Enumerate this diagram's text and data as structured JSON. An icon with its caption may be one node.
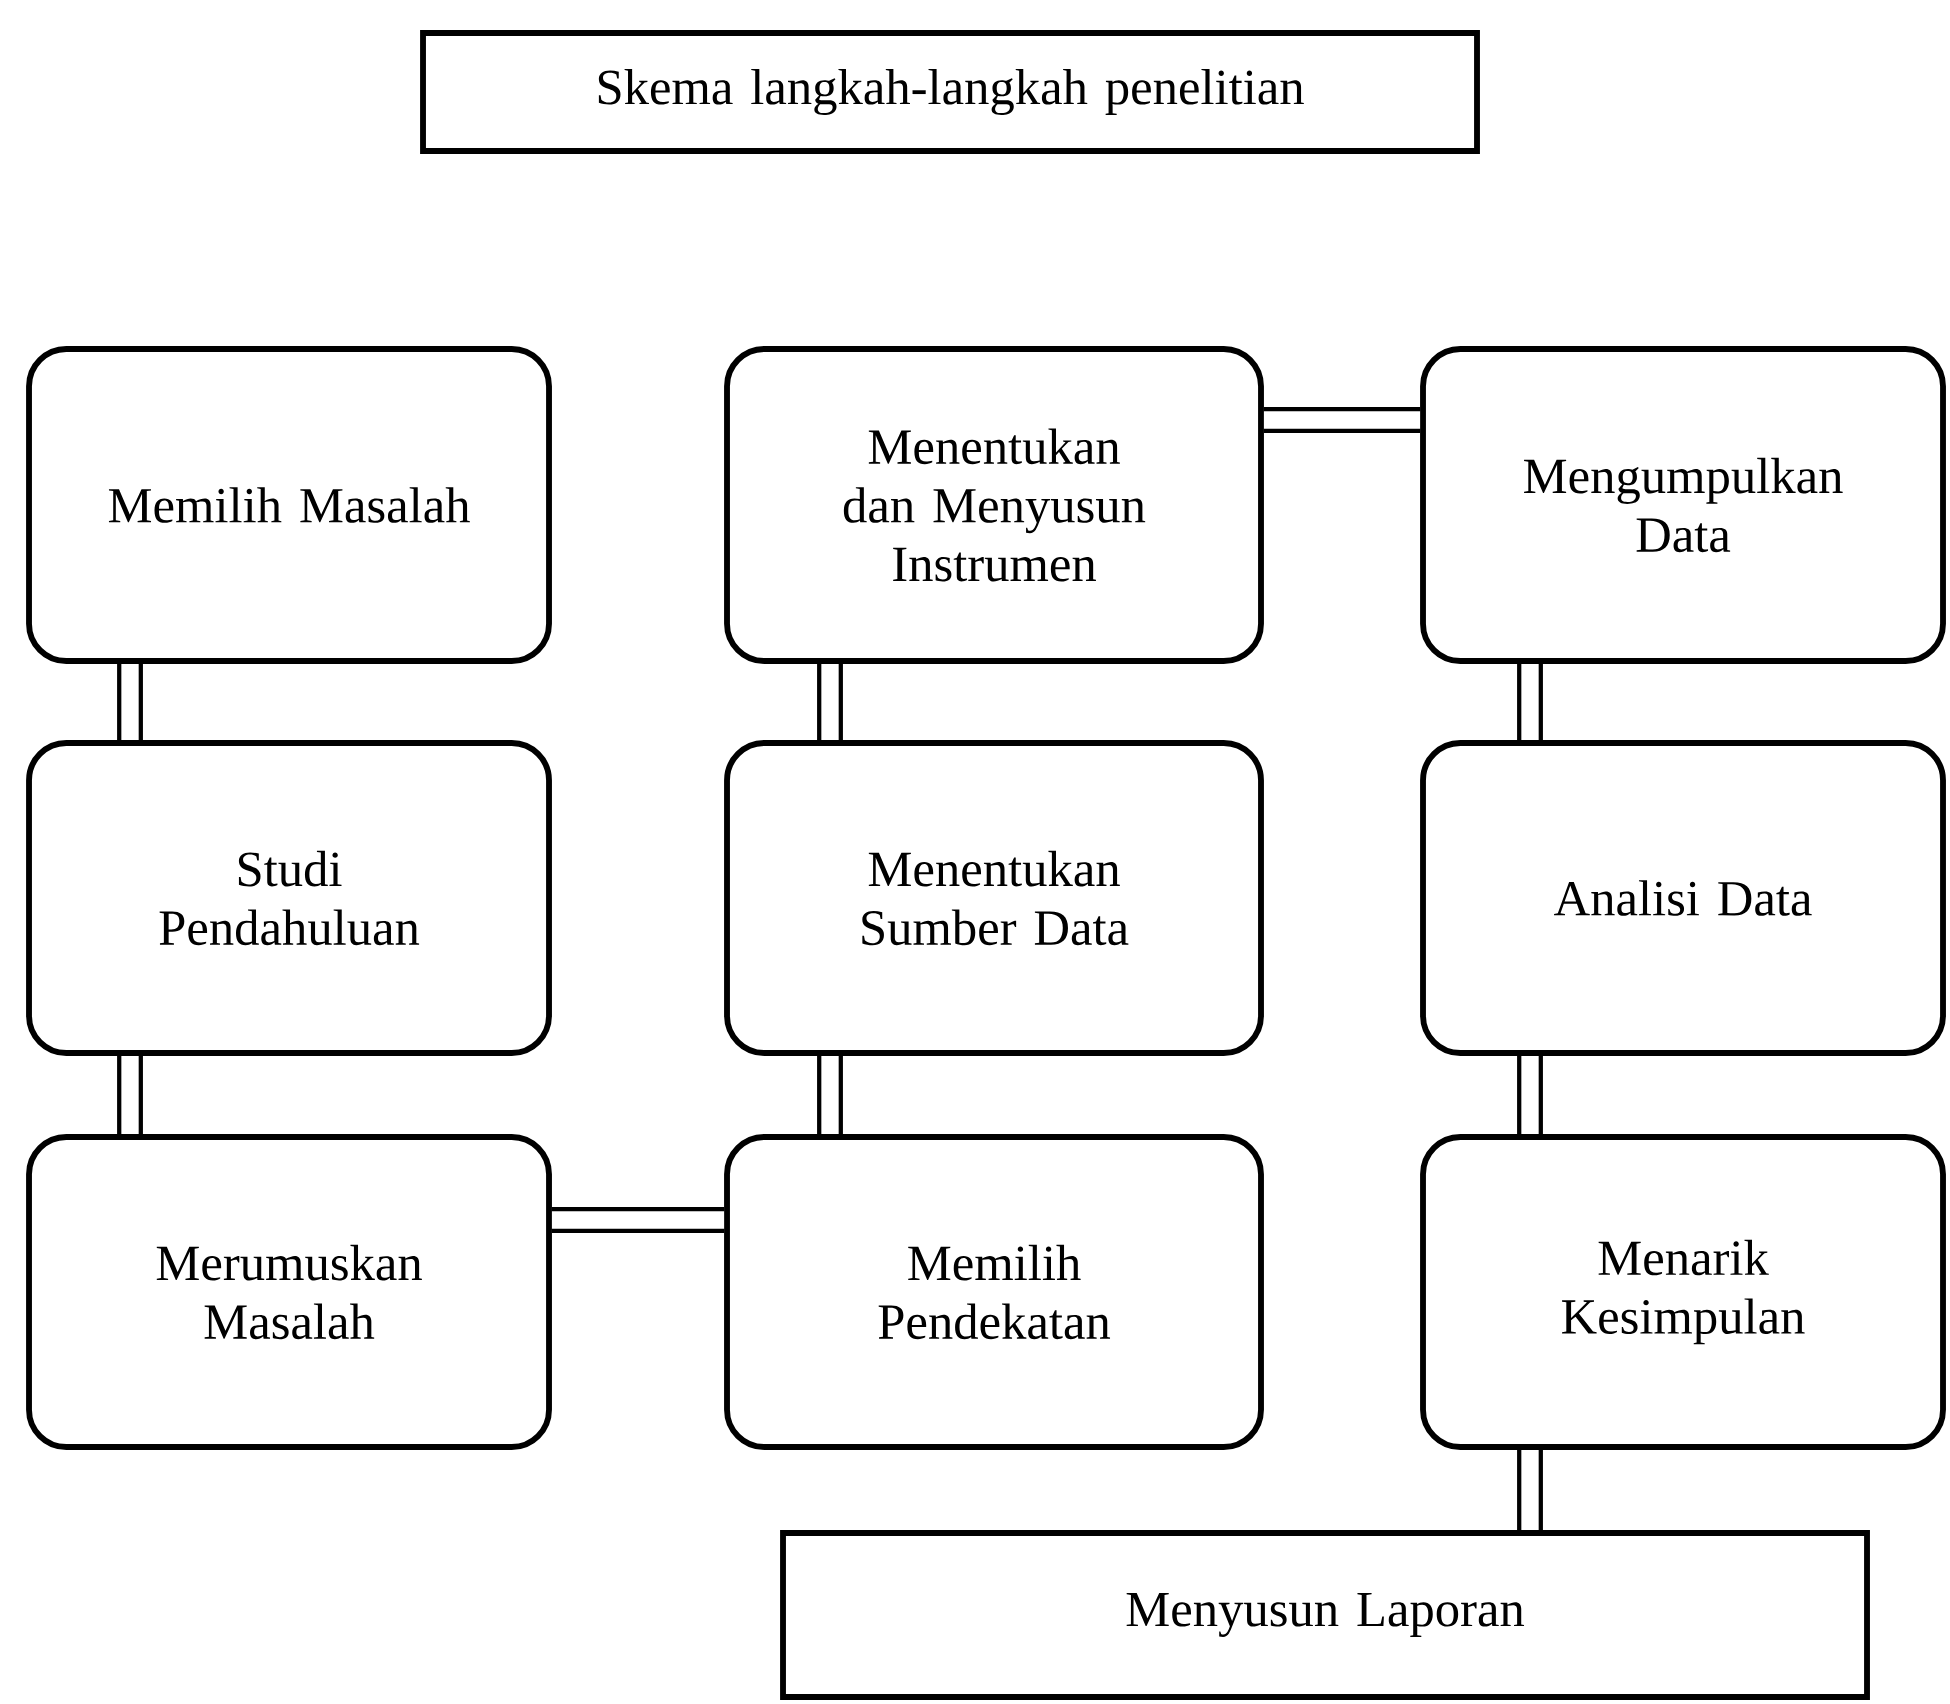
{
  "diagram": {
    "nodes": [
      {
        "text": [
          "Skema langkah-langkah penelitian"
        ]
      },
      {
        "text": [
          "Memilih Masalah"
        ]
      },
      {
        "text": [
          "Studi Pendahuluan"
        ]
      },
      {
        "text": [
          "Merumuskan Masalah"
        ]
      },
      {
        "text": [
          "Menentukan dan Menyusun Instrumen"
        ]
      },
      {
        "text": [
          "Menentukan Sumber Data"
        ]
      },
      {
        "text": [
          "Memilih Pendekatan"
        ]
      },
      {
        "text": [
          "Mengumpulkan Data"
        ]
      },
      {
        "text": [
          "Analisi Data"
        ]
      },
      {
        "text": [
          "Menarik Kesimpulan"
        ]
      },
      {
        "text": [
          "Menyusun Laporan"
        ]
      }
    ],
    "edges": [
      {
        "from": 1,
        "to": 2,
        "arrow": "none"
      },
      {
        "from": 2,
        "to": 3,
        "arrow": "none"
      },
      {
        "from": 3,
        "to": 6,
        "arrow": "none"
      },
      {
        "from": 6,
        "to": 5,
        "arrow": "none"
      },
      {
        "from": 5,
        "to": 4,
        "arrow": "none"
      },
      {
        "from": 4,
        "to": 7,
        "arrow": "none"
      },
      {
        "from": 7,
        "to": 8,
        "arrow": "none"
      },
      {
        "from": 8,
        "to": 9,
        "arrow": "none"
      },
      {
        "from": 9,
        "to": 10,
        "arrow": "none"
      }
    ]
  }
}
